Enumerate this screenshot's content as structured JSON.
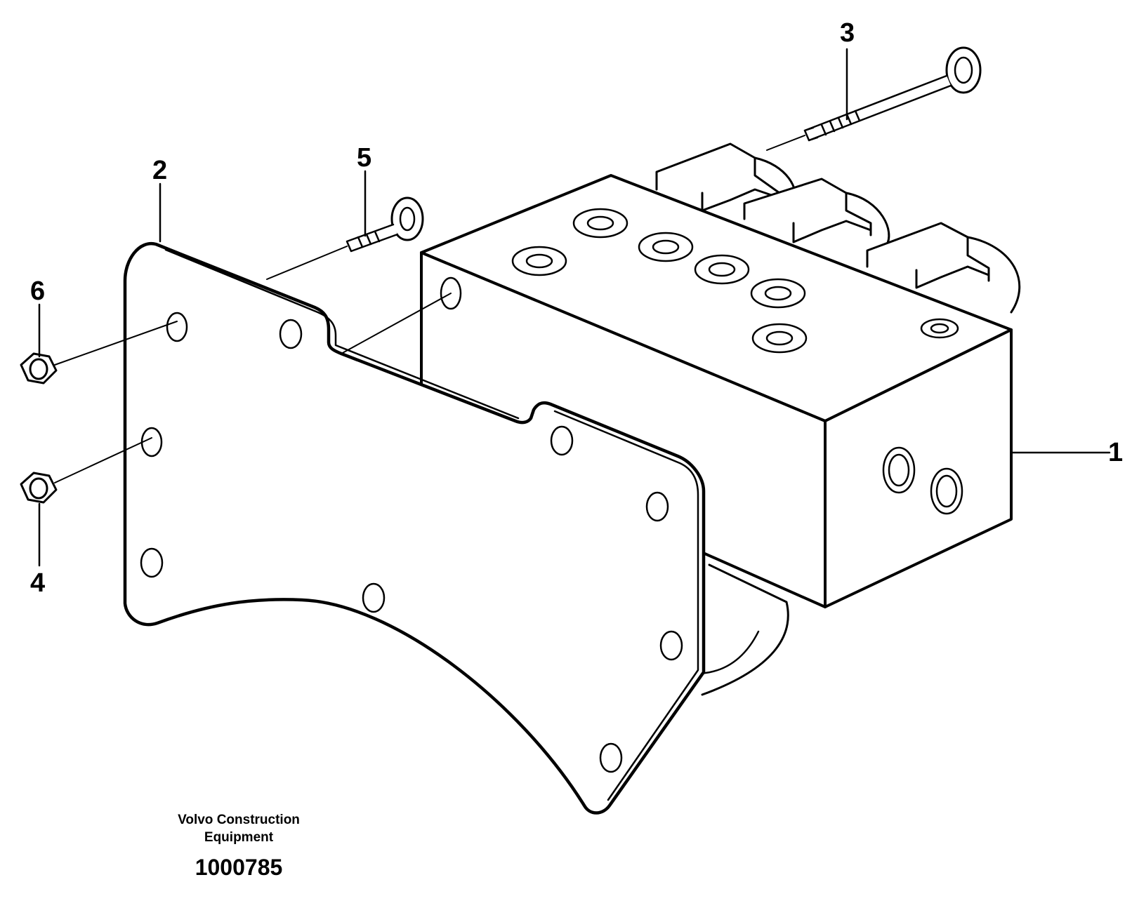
{
  "callouts": {
    "c1": "1",
    "c2": "2",
    "c3": "3",
    "c4": "4",
    "c5": "5",
    "c6": "6"
  },
  "caption": {
    "line1": "Volvo Construction",
    "line2": "Equipment",
    "number": "1000785"
  },
  "colors": {
    "stroke": "#000000",
    "background": "#ffffff"
  }
}
